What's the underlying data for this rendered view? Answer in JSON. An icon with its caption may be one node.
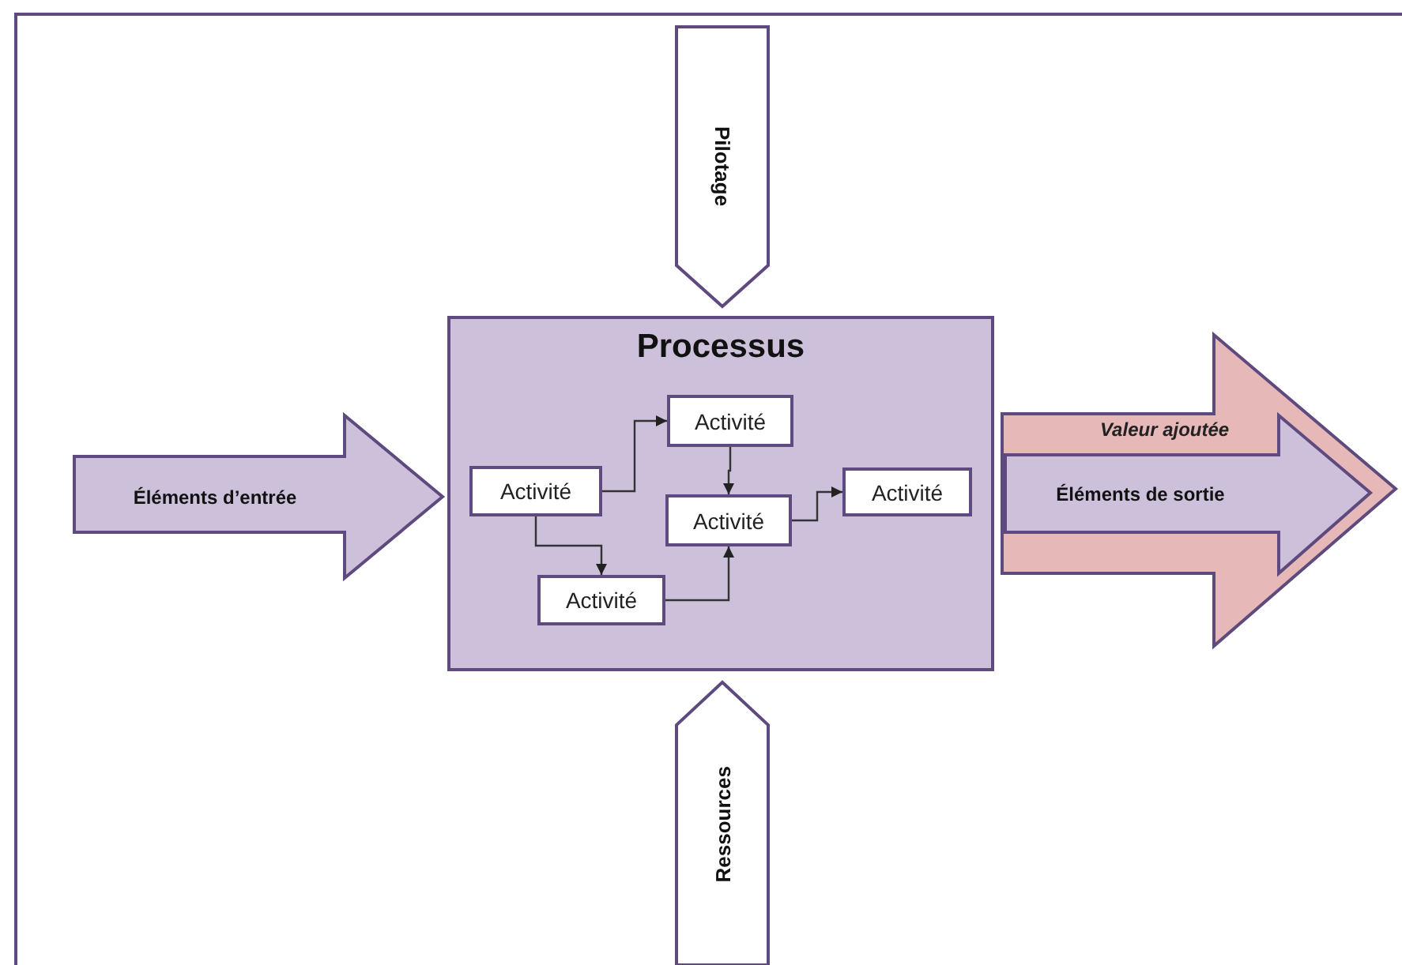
{
  "diagram": {
    "nodes": [
      {
        "text": [
          "Pilotage"
        ]
      },
      {
        "text": [
          "Éléments d’entrée"
        ]
      },
      {
        "text": [
          "Processus"
        ]
      },
      {
        "text": [
          "Activité"
        ],
        "in": 2
      },
      {
        "text": [
          "Activité"
        ],
        "in": 2
      },
      {
        "text": [
          "Activité"
        ],
        "in": 2
      },
      {
        "text": [
          "Activité"
        ],
        "in": 2
      },
      {
        "text": [
          "Activité"
        ],
        "in": 2
      },
      {
        "text": [
          "Valeur ajoutée"
        ]
      },
      {
        "text": [
          "Éléments de sortie"
        ],
        "in": 8
      },
      {
        "text": [
          "Ressources"
        ]
      }
    ],
    "edges": [
      {
        "from": 4,
        "to": 3,
        "arrow": "to"
      },
      {
        "from": 4,
        "to": 7,
        "arrow": "to"
      },
      {
        "from": 3,
        "to": 5,
        "arrow": "to"
      },
      {
        "from": 7,
        "to": 5,
        "arrow": "to"
      },
      {
        "from": 5,
        "to": 6,
        "arrow": "to"
      }
    ]
  }
}
